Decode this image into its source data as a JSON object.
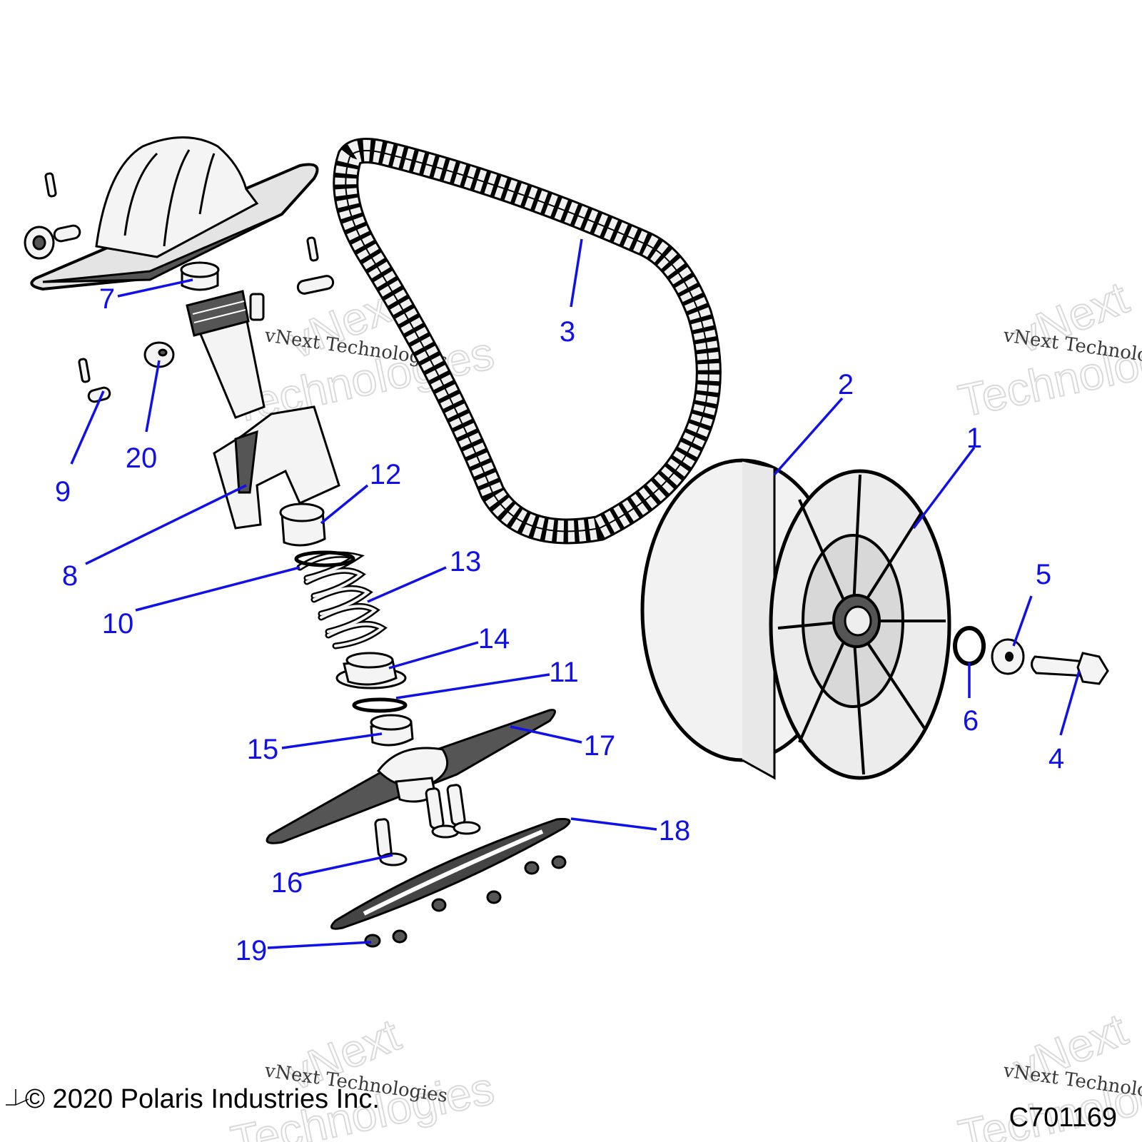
{
  "callouts": [
    "1",
    "2",
    "3",
    "4",
    "5",
    "6",
    "7",
    "8",
    "9",
    "10",
    "11",
    "12",
    "13",
    "14",
    "15",
    "16",
    "17",
    "18",
    "19",
    "20"
  ],
  "watermark": {
    "line1": "vNext Technologies",
    "big1": "vNext",
    "big2": "Technologies"
  },
  "footer": {
    "copyright": "© 2020 Polaris Industries Inc.",
    "diagram_code": "C701169"
  },
  "colors": {
    "callout": "#1010e8",
    "lines": "#000000"
  }
}
